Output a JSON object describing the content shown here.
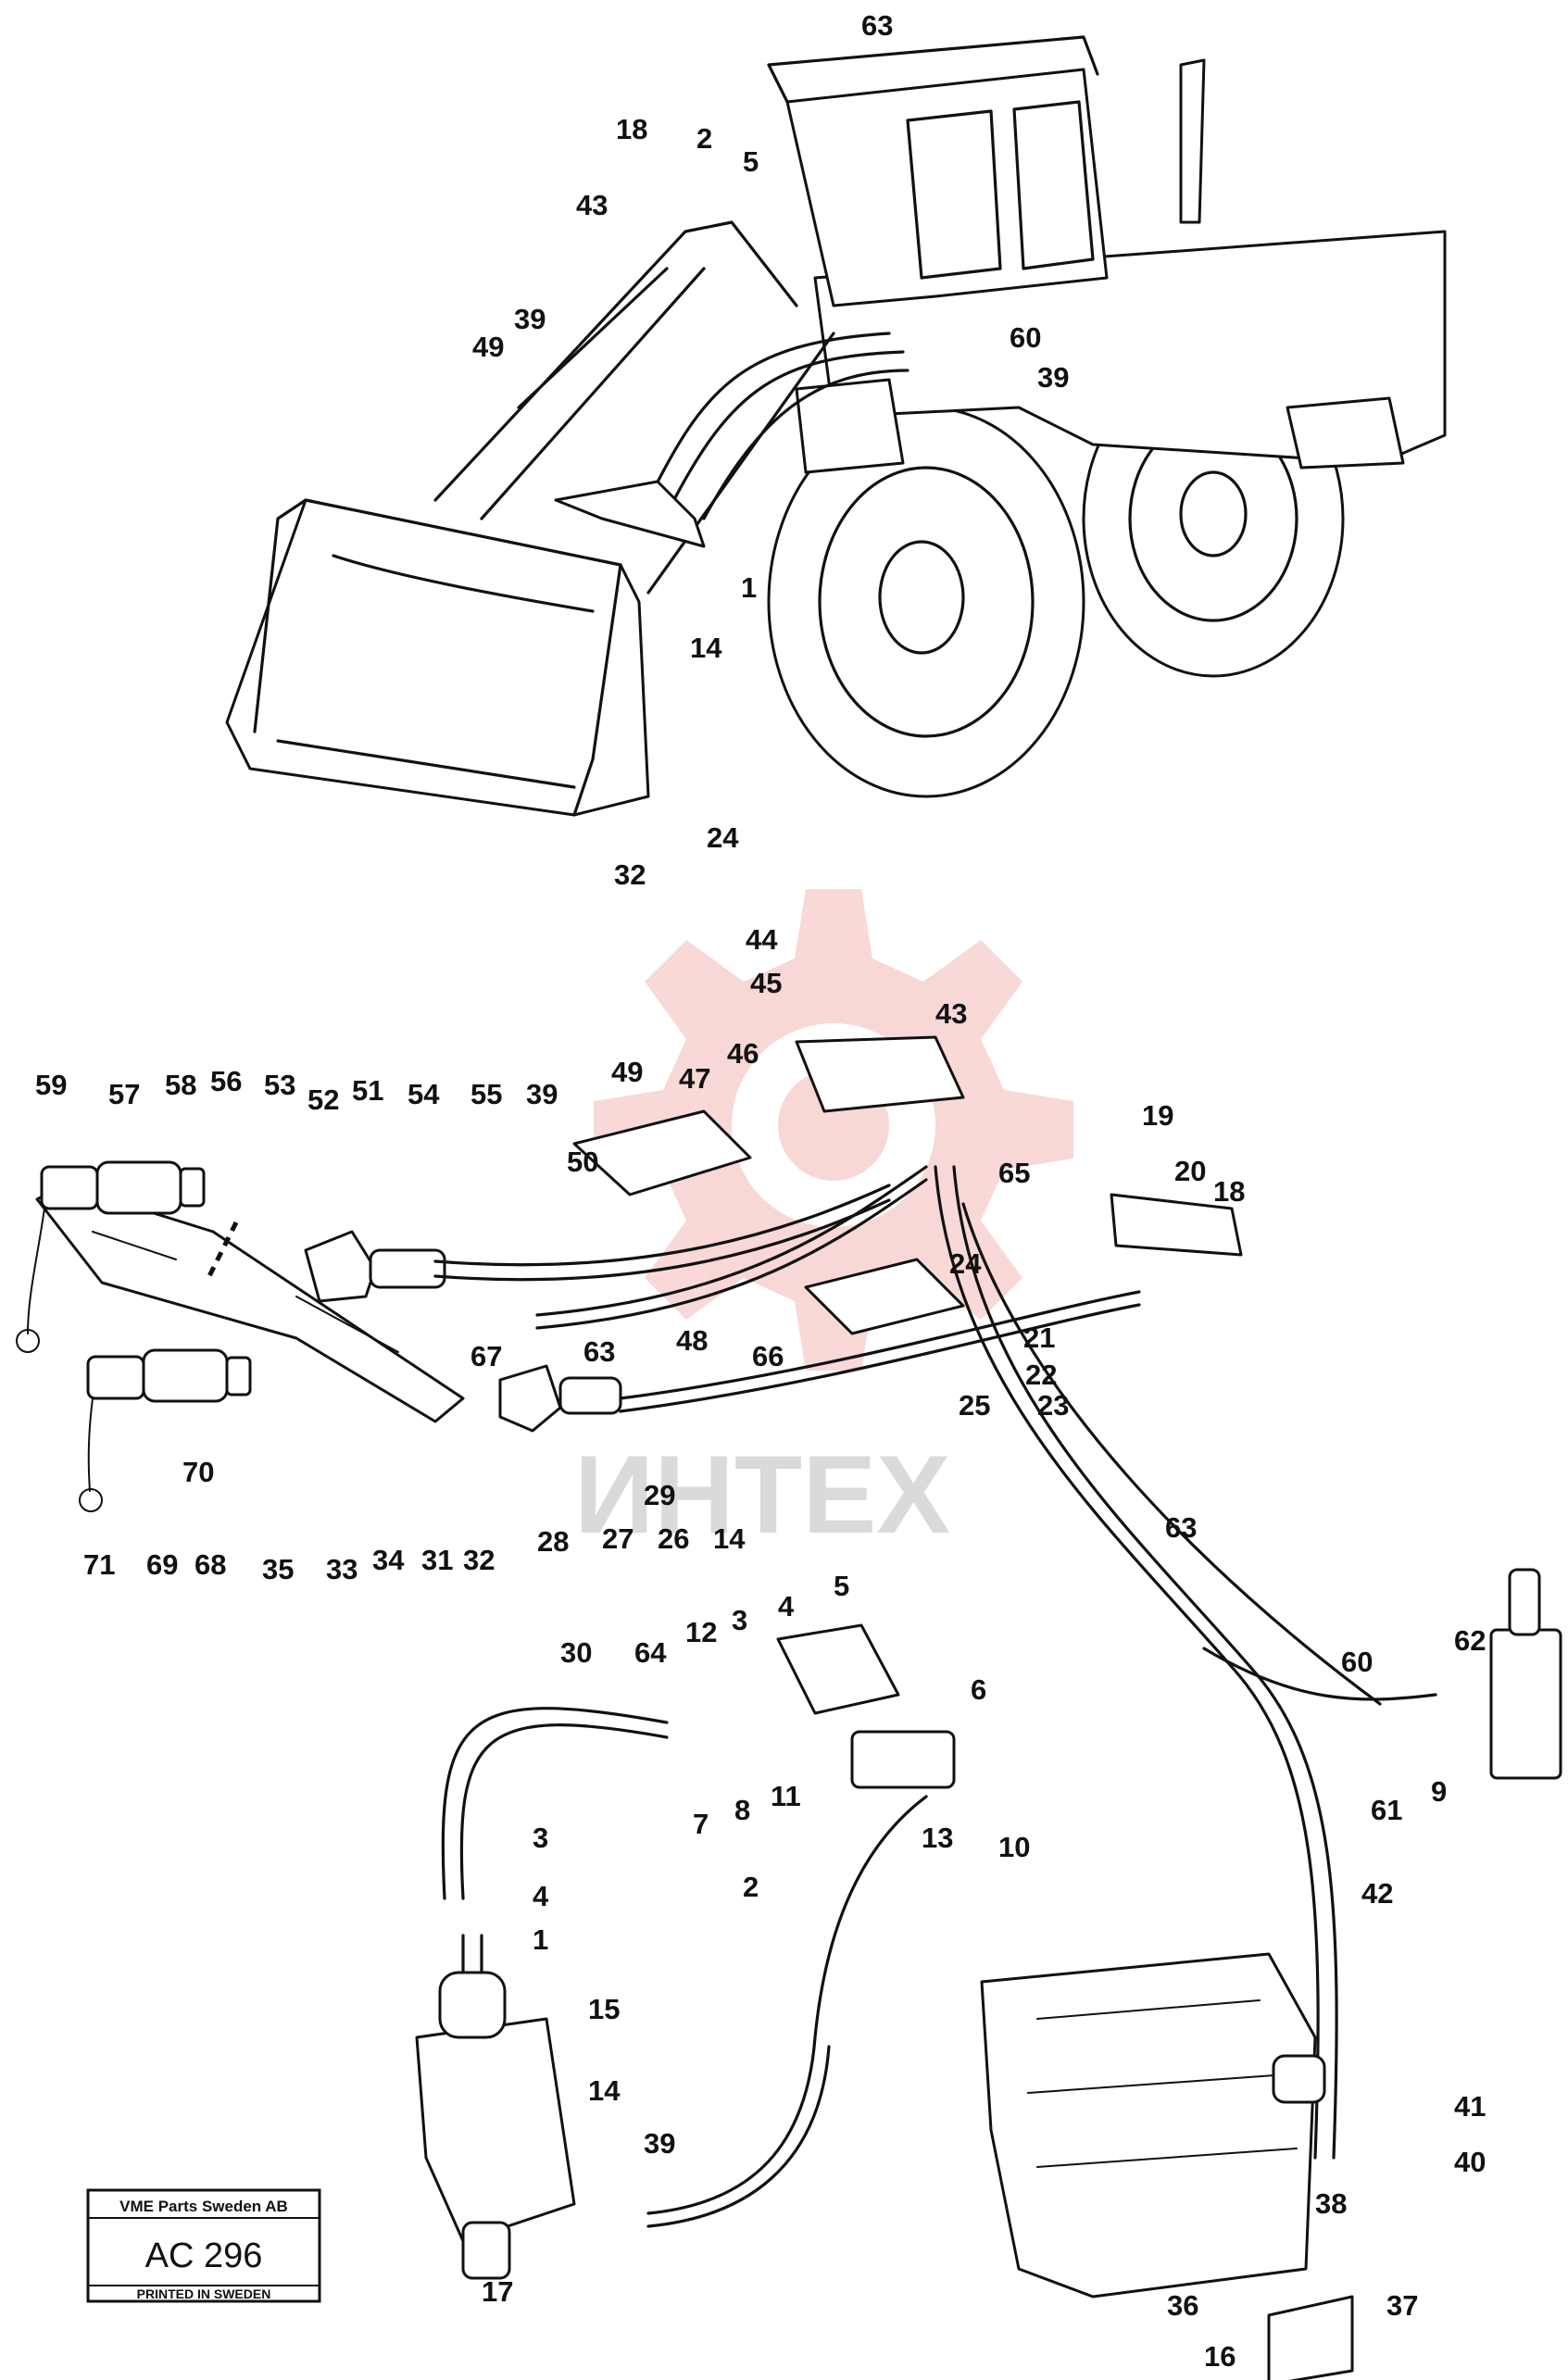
{
  "title_block": {
    "company": "VME Parts Sweden AB",
    "code": "AC 296",
    "footer": "PRINTED IN SWEDEN"
  },
  "watermark": {
    "text": "ИНТЕХ",
    "gear_color": "#f4b8b8",
    "text_color": "#bdbdbd"
  },
  "labels": [
    "63",
    "18",
    "2",
    "5",
    "43",
    "39",
    "49",
    "60",
    "39",
    "1",
    "14",
    "24",
    "32",
    "44",
    "45",
    "43",
    "49",
    "47",
    "46",
    "65",
    "19",
    "20",
    "18",
    "59",
    "57",
    "58",
    "56",
    "53",
    "52",
    "51",
    "54",
    "55",
    "39",
    "50",
    "24",
    "67",
    "63",
    "48",
    "66",
    "21",
    "22",
    "23",
    "25",
    "71",
    "69",
    "68",
    "70",
    "35",
    "33",
    "34",
    "31",
    "32",
    "28",
    "27",
    "26",
    "14",
    "29",
    "30",
    "64",
    "63",
    "60",
    "62",
    "61",
    "9",
    "5",
    "4",
    "3",
    "12",
    "6",
    "7",
    "8",
    "11",
    "13",
    "10",
    "2",
    "3",
    "4",
    "1",
    "15",
    "14",
    "39",
    "42",
    "41",
    "40",
    "38",
    "37",
    "36",
    "16",
    "17"
  ]
}
